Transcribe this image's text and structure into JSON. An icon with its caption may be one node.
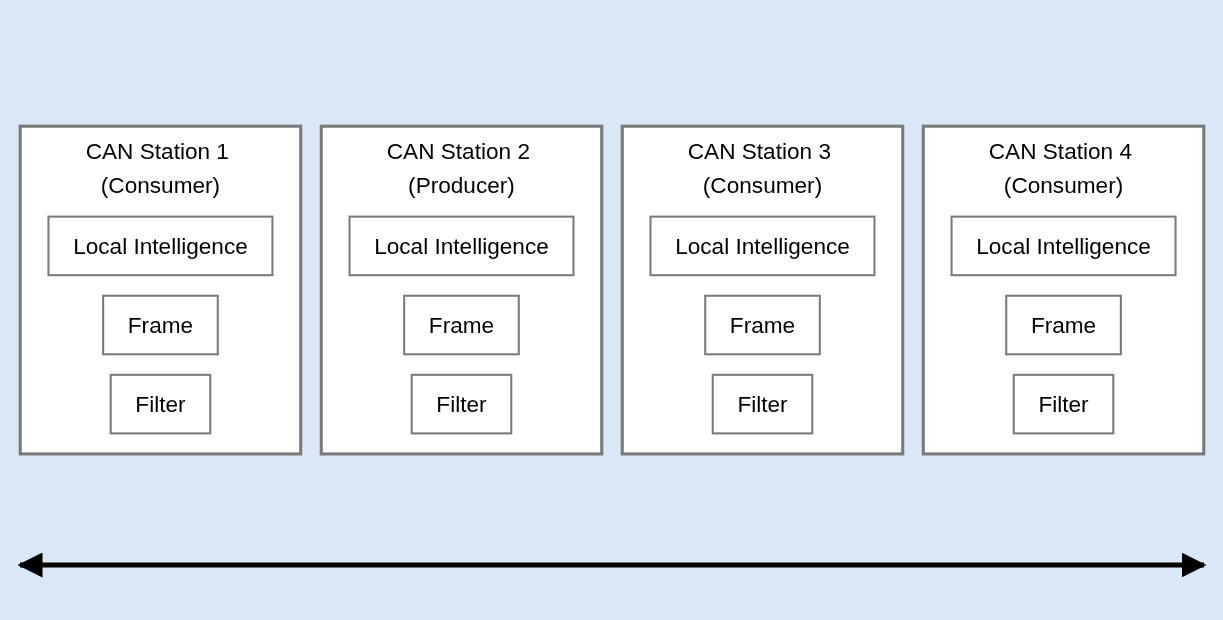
{
  "diagram": {
    "nodes": [
      {
        "text": [
          "CAN Station 1 (Consumer)"
        ]
      },
      {
        "text": [
          "Local Intelligence"
        ],
        "in": 0
      },
      {
        "text": [
          "Frame"
        ],
        "in": 0
      },
      {
        "text": [
          "Filter"
        ],
        "in": 0
      },
      {
        "text": [
          "CAN Station 2 (Producer)"
        ]
      },
      {
        "text": [
          "Local Intelligence"
        ],
        "in": 4
      },
      {
        "text": [
          "Frame"
        ],
        "in": 4
      },
      {
        "text": [
          "Filter"
        ],
        "in": 4
      },
      {
        "text": [
          "CAN Station 3 (Consumer)"
        ]
      },
      {
        "text": [
          "Local Intelligence"
        ],
        "in": 8
      },
      {
        "text": [
          "Frame"
        ],
        "in": 8
      },
      {
        "text": [
          "Filter"
        ],
        "in": 8
      },
      {
        "text": [
          "CAN Station 4 (Consumer)"
        ]
      },
      {
        "text": [
          "Local Intelligence"
        ],
        "in": 12
      },
      {
        "text": [
          "Frame"
        ],
        "in": 12
      },
      {
        "text": [
          "Filter"
        ],
        "in": 12
      }
    ],
    "edges": []
  }
}
